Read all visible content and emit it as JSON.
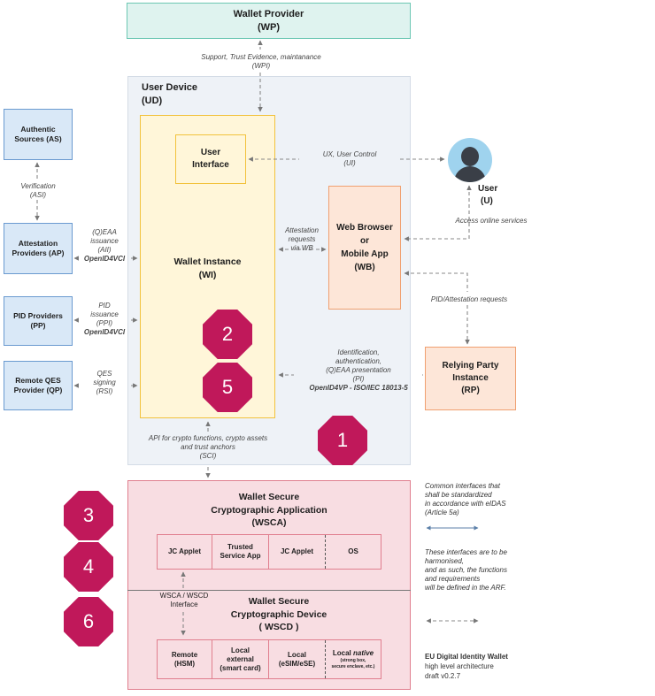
{
  "wallet_provider": {
    "title": "Wallet Provider",
    "abbr": "(WP)"
  },
  "wpi_label": {
    "line1": "Support, Trust Evidence, maintanance",
    "line2": "(WPI)"
  },
  "user_device": {
    "title": "User Device",
    "abbr": "(UD)"
  },
  "authentic_sources": {
    "line1": "Authentic",
    "line2": "Sources (AS)"
  },
  "verification": {
    "line1": "Verification",
    "line2": "(ASI)"
  },
  "attestation_providers": {
    "line1": "Attestation",
    "line2": "Providers  (AP)"
  },
  "aii": {
    "line1": "(Q)EAA",
    "line2": "issuance",
    "line3": "(AII)",
    "line4": "OpenID4VCI"
  },
  "pid_providers": {
    "line1": "PID Providers",
    "line2": "(PP)"
  },
  "ppi": {
    "line1": "PID",
    "line2": "issuance",
    "line3": "(PPI)",
    "line4": "OpenID4VCI"
  },
  "remote_qes": {
    "line1": "Remote QES",
    "line2": "Provider (QP)"
  },
  "rsi": {
    "line1": "QES",
    "line2": "signing",
    "line3": "(RSI)"
  },
  "user_interface": {
    "line1": "User",
    "line2": "Interface"
  },
  "ui_label": {
    "line1": "UX, User Control",
    "line2": "(UI)"
  },
  "user": {
    "title": "User",
    "abbr": "(U)"
  },
  "wallet_instance": {
    "title": "Wallet Instance",
    "abbr": "(WI)"
  },
  "attestation_via_wb": {
    "line1": "Attestation",
    "line2": "requests",
    "line3": "via WB"
  },
  "web_browser": {
    "line1": "Web Browser",
    "line2": "or",
    "line3": "Mobile App",
    "line4": "(WB)"
  },
  "access_online": "Access online services",
  "pid_attestation_requests": "PID/Attestation requests",
  "pi_label": {
    "line1": "Identification,",
    "line2": "authentication,",
    "line3": "(Q)EAA presentation",
    "line4": "(PI)",
    "line5": "OpenID4VP - ISO/IEC 18013-5"
  },
  "relying_party": {
    "line1": "Relying Party",
    "line2": "Instance",
    "line3": "(RP)"
  },
  "sci_label": {
    "line1": "API for crypto functions, crypto assets",
    "line2": "and trust anchors",
    "line3": "(SCI)"
  },
  "badges": {
    "b1": "1",
    "b2": "2",
    "b3": "3",
    "b4": "4",
    "b5": "5",
    "b6": "6"
  },
  "wsca": {
    "line1": "Wallet Secure",
    "line2": "Cryptographic Application",
    "line3": "(WSCA)"
  },
  "wsca_cells": {
    "c1": "JC Applet",
    "c2a": "Trusted",
    "c2b": "Service App",
    "c3": "JC Applet",
    "c4": "OS"
  },
  "wscd_interface": {
    "line1": "WSCA / WSCD",
    "line2": "Interface"
  },
  "wscd": {
    "line1": "Wallet Secure",
    "line2": "Cryptographic Device",
    "line3": "( WSCD )"
  },
  "wscd_cells": {
    "c1a": "Remote",
    "c1b": "(HSM)",
    "c2a": "Local",
    "c2b": "external",
    "c2c": "(smart card)",
    "c3a": "Local",
    "c3b": "(eSIM/eSE)",
    "c4a": "Local ",
    "c4b": "native",
    "c4c": "(strong box,",
    "c4d": "secure enclave, etc.)"
  },
  "legend": {
    "common_line1": "Common interfaces that",
    "common_line2": "shall be standardized",
    "common_line3": "in accordance with eIDAS",
    "common_line4": "(Article 5a)",
    "harm_line1": "These interfaces are to be",
    "harm_line2": "harmonised,",
    "harm_line3": "and as such, the functions",
    "harm_line4": "and requirements",
    "harm_line5": "will be defined in the ARF.",
    "footer_line1": "EU Digital Identity Wallet",
    "footer_line2": "high level architecture",
    "footer_line3": "draft v0.2.7"
  },
  "colors": {
    "wp_fill": "#dff3ef",
    "wp_border": "#6cc7b3",
    "ud_fill": "#eef2f7",
    "wi_fill": "#fff6d9",
    "wi_border": "#f2c23c",
    "wb_fill": "#fde6d8",
    "wb_border": "#f0a070",
    "wsc_fill": "#f8dde2",
    "wsc_border": "#e07e8e",
    "blue_fill": "#d9e8f7",
    "blue_border": "#6a9ad0",
    "badge": "#c0185a"
  }
}
